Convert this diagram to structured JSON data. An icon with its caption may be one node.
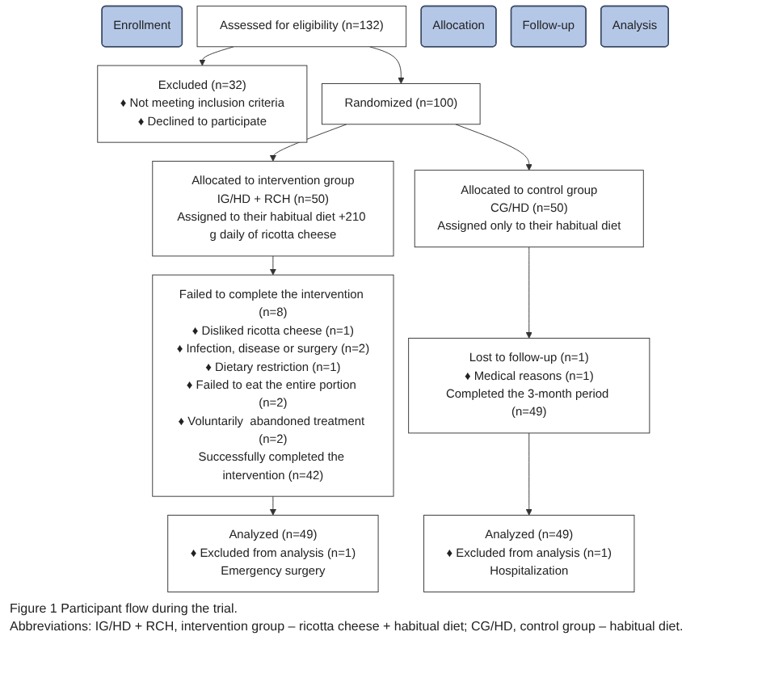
{
  "diagram": {
    "caption": "Figure 1 Participant flow during the trial.",
    "nodes": [
      {
        "text": [
          "Enrollment"
        ]
      },
      {
        "text": [
          "Assessed for eligibility (n=132)"
        ]
      },
      {
        "text": [
          "Excluded (n=32)",
          "♦ Not meeting inclusion criteria",
          "♦ Declined to participate"
        ]
      },
      {
        "text": [
          "Randomized (n=100)"
        ]
      },
      {
        "text": [
          "Allocation"
        ]
      },
      {
        "text": [
          "Allocated to intervention group",
          "IG/HD + RCH (n=50)",
          "Assigned to their habitual diet +210 g daily of ricotta cheese"
        ]
      },
      {
        "text": [
          "Allocated to control group",
          "CG/HD (n=50)",
          "Assigned only to their habitual diet"
        ]
      },
      {
        "text": [
          "Follow-up"
        ]
      },
      {
        "text": [
          "Failed to complete the intervention (n=8)",
          "♦ Disliked ricotta cheese (n=1)",
          "♦ Infection, disease or surgery (n=2)",
          "♦ Dietary restriction (n=1)",
          "♦ Failed to eat the entire portion (n=2)",
          "♦ Voluntarily  abandoned treatment (n=2)",
          "Successfully completed the intervention (n=42)"
        ]
      },
      {
        "text": [
          "Lost to follow-up (n=1)",
          "♦ Medical reasons (n=1)",
          "Completed the 3-month period (n=49)"
        ]
      },
      {
        "text": [
          "Analysis"
        ]
      },
      {
        "text": [
          "Analyzed (n=49)",
          "♦ Excluded from analysis (n=1)",
          "Emergency surgery"
        ]
      },
      {
        "text": [
          "Analyzed (n=49)",
          "♦ Excluded from analysis (n=1)",
          "Hospitalization"
        ]
      }
    ],
    "edges": [
      {
        "from": 1,
        "to": 2,
        "arrow": "to"
      },
      {
        "from": 1,
        "to": 3,
        "arrow": "to"
      },
      {
        "from": 3,
        "to": 5,
        "arrow": "to"
      },
      {
        "from": 3,
        "to": 6,
        "arrow": "to"
      },
      {
        "from": 5,
        "to": 8,
        "arrow": "to"
      },
      {
        "from": 6,
        "to": 9,
        "arrow": "to"
      },
      {
        "from": 8,
        "to": 11,
        "arrow": "to"
      },
      {
        "from": 9,
        "to": 12,
        "arrow": "to"
      }
    ],
    "labels": [
      "Abbreviations: IG/HD + RCH, intervention group – ricotta cheese + habitual diet; CG/HD, control group – habitual diet."
    ]
  }
}
